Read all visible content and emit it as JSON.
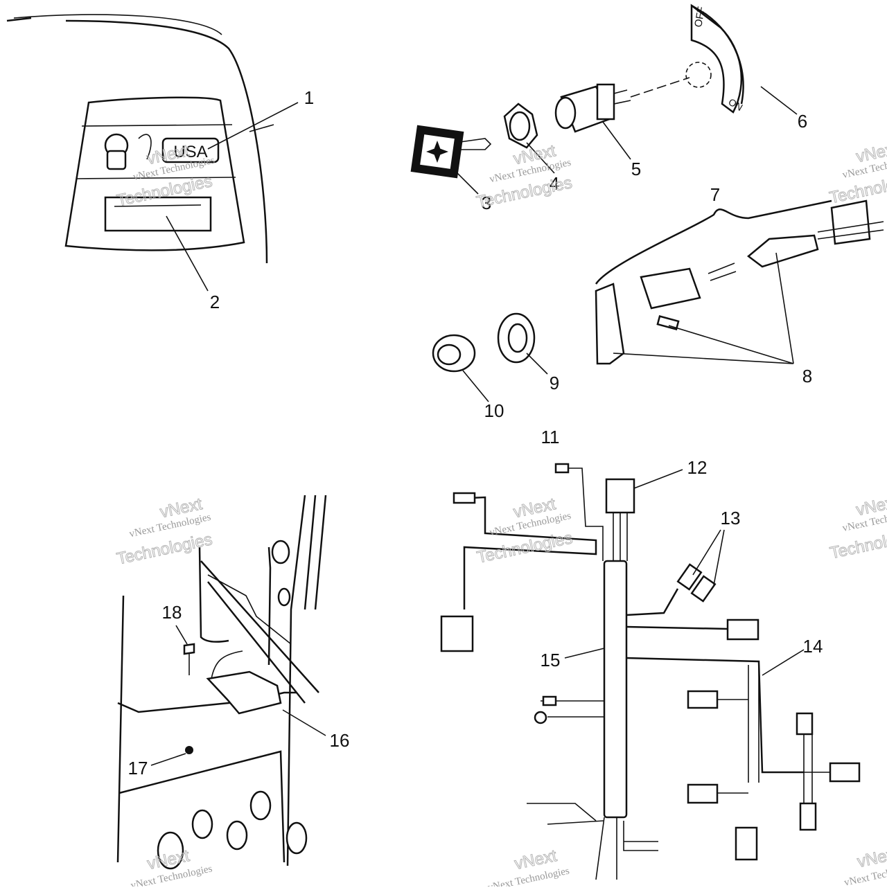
{
  "diagram": {
    "callouts": [
      "1",
      "2",
      "3",
      "4",
      "5",
      "6",
      "7",
      "8",
      "9",
      "10",
      "11",
      "12",
      "13",
      "14",
      "15",
      "16",
      "17",
      "18"
    ],
    "labels": {
      "dash_badge": "USA",
      "switch_off": "OFF",
      "switch_on": "ON"
    },
    "watermark": {
      "line1": "vNext Technologies",
      "line2": "vNext",
      "line3": "Technologies"
    }
  }
}
